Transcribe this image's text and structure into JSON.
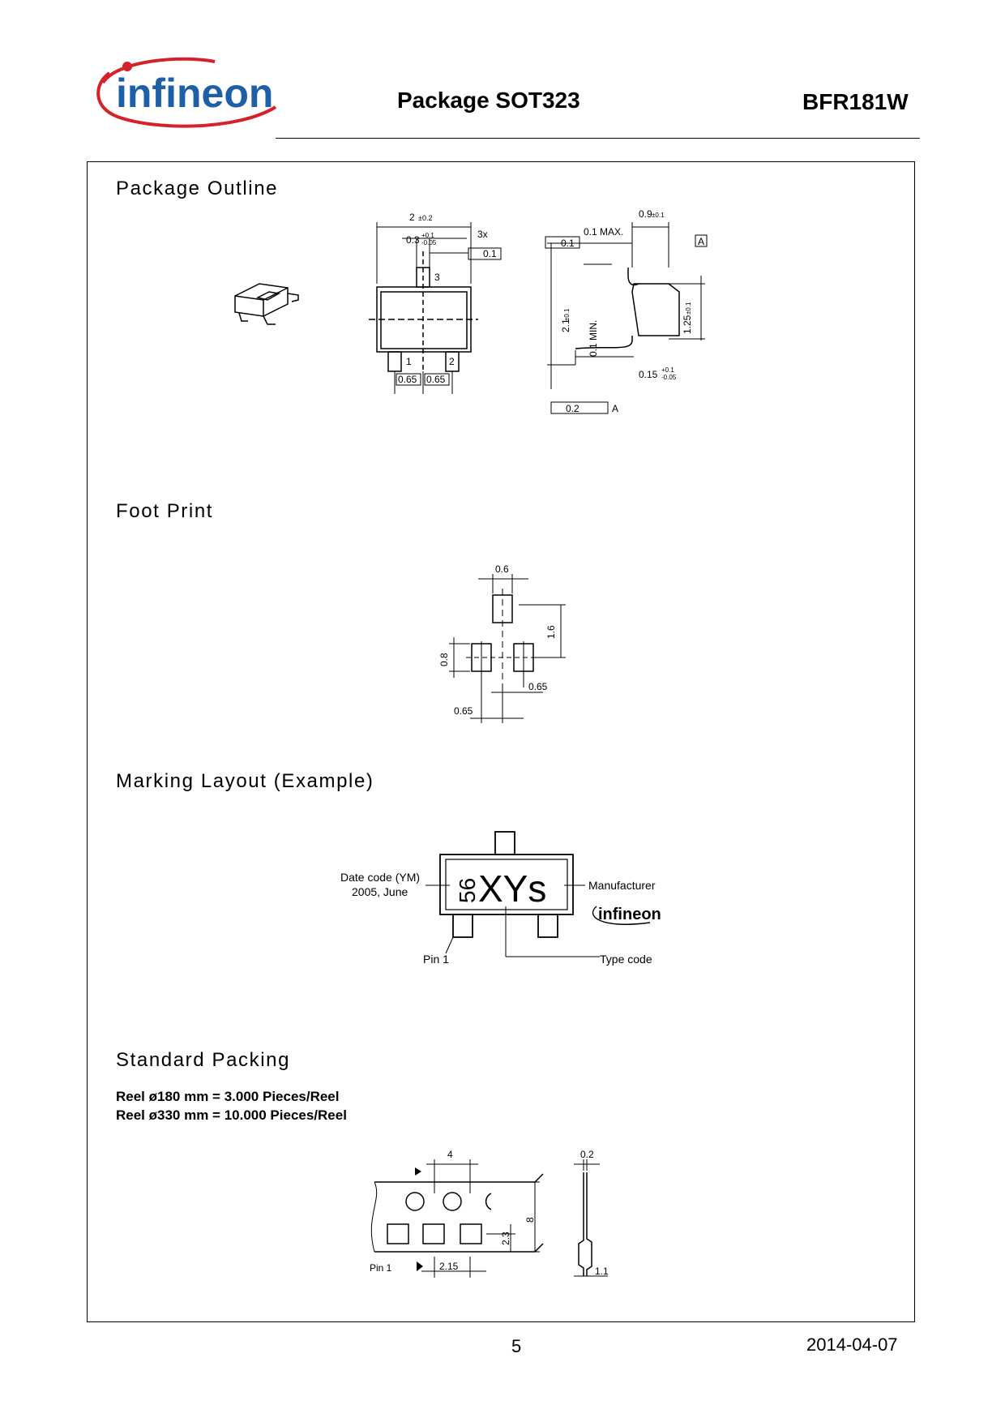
{
  "header": {
    "logo_text": "infineon",
    "title": "Package SOT323",
    "part_number": "BFR181W"
  },
  "sections": {
    "outline": "Package Outline",
    "footprint": "Foot Print",
    "marking": "Marking Layout (Example)",
    "packing": "Standard Packing"
  },
  "outline_dims": {
    "width": "2",
    "width_tol": "±0.2",
    "lead_w": "0.3",
    "lead_tol_plus": "+0.1",
    "lead_tol_minus": "-0.05",
    "count": "3x",
    "pos_tol": "0.1",
    "pin3": "3",
    "pin1": "1",
    "pin2": "2",
    "pitch1": "0.65",
    "pitch2": "0.65",
    "height_total": "0.9",
    "height_tol": "±0.1",
    "standoff_max": "0.1 MAX.",
    "flat": "0.1",
    "datum": "A",
    "body_len": "2.1",
    "body_len_tol": "±0.1",
    "lead_min": "0.1 MIN.",
    "body_h": "1.25",
    "body_h_tol": "±0.1",
    "lead_t": "0.15",
    "lead_t_plus": "+0.1",
    "lead_t_minus": "-0.05",
    "coplanarity": "0.2",
    "datum_ref": "A"
  },
  "footprint_dims": {
    "pad_w": "0.6",
    "pitch_v": "1.6",
    "pad_h": "0.8",
    "pitch_r": "0.65",
    "pitch_l": "0.65"
  },
  "marking": {
    "date_code_label": "Date code (YM)",
    "date_code_example": "2005, June",
    "date_code": "56",
    "type_code": "XYs",
    "manufacturer_label": "Manufacturer",
    "manufacturer_logo": "infineon",
    "pin1_label": "Pin 1",
    "type_code_label": "Type code"
  },
  "packing": {
    "line1": "Reel ø180 mm = 3.000 Pieces/Reel",
    "line2": "Reel ø330 mm = 10.000 Pieces/Reel",
    "pitch": "4",
    "tape_w": "8",
    "pocket_off": "2.3",
    "pin1_label": "Pin 1",
    "pocket_pitch": "2.15",
    "thick": "0.2",
    "depth": "1.1"
  },
  "footer": {
    "page_number": "5",
    "date": "2014-04-07"
  },
  "colors": {
    "brand_blue": "#1f5fa8",
    "brand_red": "#d6202a"
  }
}
